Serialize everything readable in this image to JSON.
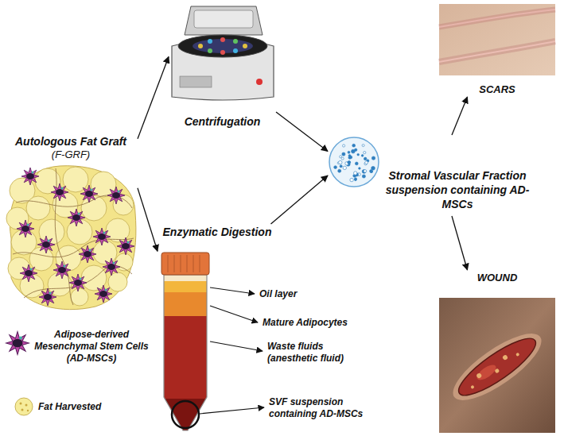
{
  "diagram": {
    "nodes": [
      {
        "text": [
          "Autologous Fat Graft",
          "(F-GRF)"
        ]
      },
      {
        "text": [
          "Centrifugation"
        ]
      },
      {
        "text": [
          "Enzymatic Digestion"
        ]
      },
      {
        "text": [
          "Stromal Vascular Fraction suspension containing AD-MSCs"
        ]
      },
      {
        "text": [
          "SCARS"
        ]
      },
      {
        "text": [
          "WOUND"
        ]
      }
    ],
    "edges": [
      {
        "from": 0,
        "to": 1,
        "arrow": "to"
      },
      {
        "from": 0,
        "to": 2,
        "arrow": "to"
      },
      {
        "from": 1,
        "to": 3,
        "arrow": "to"
      },
      {
        "from": 2,
        "to": 3,
        "arrow": "to"
      },
      {
        "from": 3,
        "to": 4,
        "arrow": "to"
      },
      {
        "from": 3,
        "to": 5,
        "arrow": "to"
      }
    ],
    "labels": [
      "Oil layer",
      "Mature Adipocytes",
      "Waste fluids (anesthetic fluid)",
      "SVF suspension containing AD-MSCs"
    ],
    "legend": [
      {
        "text": "Adipose-derived Mesenchymal Stem Cells (AD-MSCs)"
      },
      {
        "text": "Fat Harvested"
      }
    ]
  }
}
